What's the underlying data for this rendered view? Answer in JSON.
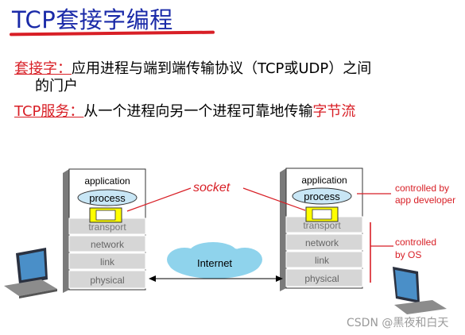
{
  "title": "TCP套接字编程",
  "line1": {
    "term": "套接字：",
    "text": "应用进程与端到端传输协议（TCP或UDP）之间",
    "cont": "的门户"
  },
  "line2": {
    "term": "TCP服务：",
    "text": "从一个进程向另一个进程可靠地传输",
    "highlight": "字节流"
  },
  "diagram": {
    "left_stack": {
      "app": "application",
      "proc": "process",
      "layers": [
        "transport",
        "network",
        "link",
        "physical"
      ]
    },
    "right_stack": {
      "app": "application",
      "proc": "process",
      "layers": [
        "transport",
        "network",
        "link",
        "physical"
      ]
    },
    "socket_label": "socket",
    "internet_label": "Internet",
    "note_app": [
      "controlled by",
      "app developer"
    ],
    "note_os": [
      "controlled",
      "by OS"
    ]
  },
  "watermark": "CSDN @黑夜和白天",
  "colors": {
    "title": "#1a2aa8",
    "accent": "#d81f26",
    "layer_bg": "#d6d6d6",
    "process_bg": "#c8e6f5",
    "socket": "#ffff00",
    "internet": "#8fd3ec"
  }
}
